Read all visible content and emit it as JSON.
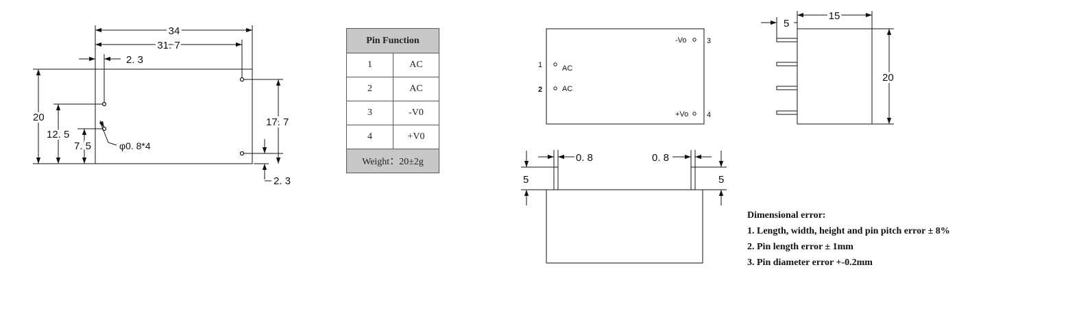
{
  "top_view": {
    "dims": {
      "width": "34",
      "pin_span": "31. 7",
      "pin_offset_left": "2. 3",
      "height": "20",
      "pin_span_right": "17. 7",
      "pin1_height": "12. 5",
      "pin2_height": "7. 5",
      "pin_offset_bottom": "2. 3",
      "pin_diameter": "φ0. 8*4"
    }
  },
  "pin_table": {
    "header": "Pin Function",
    "rows": [
      {
        "pin": "1",
        "function": "AC"
      },
      {
        "pin": "2",
        "function": "AC"
      },
      {
        "pin": "3",
        "function": "-V0"
      },
      {
        "pin": "4",
        "function": "+V0"
      }
    ],
    "weight": "Weight：20±2g"
  },
  "pin_layout": {
    "pin1_num": "1",
    "pin1_label": "AC",
    "pin2_num": "2",
    "pin2_label": "AC",
    "pin3_num": "3",
    "pin3_label": "-Vo",
    "pin4_num": "4",
    "pin4_label": "+Vo"
  },
  "front_view": {
    "pin_width_left": "0. 8",
    "pin_width_right": "0. 8",
    "pin_length_left": "5",
    "pin_length_right": "5"
  },
  "side_view": {
    "pin_length": "5",
    "depth": "15",
    "height": "20"
  },
  "notes": {
    "title": "Dimensional error:",
    "items": [
      "1. Length, width, height and pin pitch error ± 8%",
      "2. Pin length error ± 1mm",
      "3. Pin diameter error +-0.2mm"
    ]
  }
}
